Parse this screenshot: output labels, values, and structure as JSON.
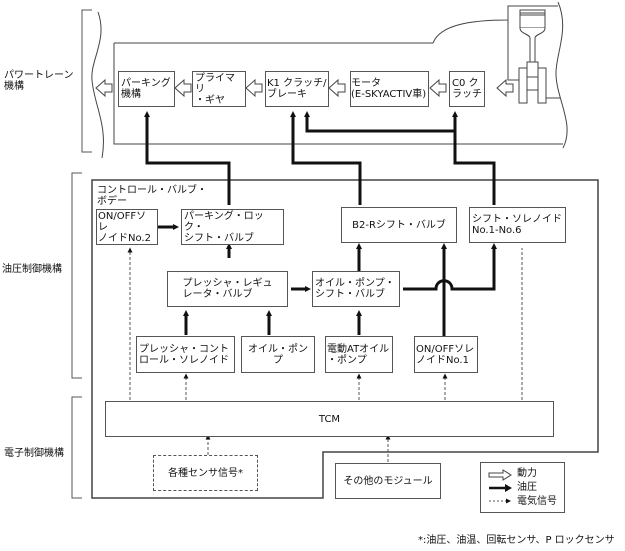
{
  "section_labels": {
    "powertrain": "パワートレーン\n機構",
    "hydraulic": "油圧制御機構",
    "electronic": "電子制御機構"
  },
  "powertrain": {
    "parking": "パーキング\n機構",
    "primary_gear": "プライマリ\n・ギヤ",
    "k1_clutch": "K1 クラッチ/\nブレーキ",
    "motor": "モータ\n(E-SKYACTIV車)",
    "c0_clutch": "C0 ク\nラッチ",
    "engine_icon": "engine-piston-icon"
  },
  "control_valve_body": {
    "title": "コントロール・バルブ・\nボデー",
    "onoff_no2": "ON/OFFソレ\nノイドNo.2",
    "parking_lock_valve": "パーキング・ロック・\nシフト・バルブ",
    "b2r_valve": "B2-Rシフト・バルブ",
    "shift_solenoid": "シフト・ソレノイド\nNo.1-No.6",
    "pressure_regulator": "プレッシャ・レギュ\nレータ・バルブ",
    "oil_pump_shift_valve": "オイル・ポンプ・\nシフト・バルブ",
    "pressure_control_solenoid": "プレッシャ・コント\nロール・ソレノイド",
    "oil_pump": "オイル・ポンプ",
    "electric_oil_pump": "電動ATオイル\n・ポンプ",
    "onoff_no1": "ON/OFFソレ\nノイドNo.1"
  },
  "electronic": {
    "tcm": "TCM",
    "sensors": "各種センサ信号*",
    "other_modules": "その他のモジュール"
  },
  "legend": {
    "power": "動力",
    "hydraulic": "油圧",
    "electric": "電気信号"
  },
  "footnote": "*:油圧、油温、回転センサ、P ロックセンサ"
}
